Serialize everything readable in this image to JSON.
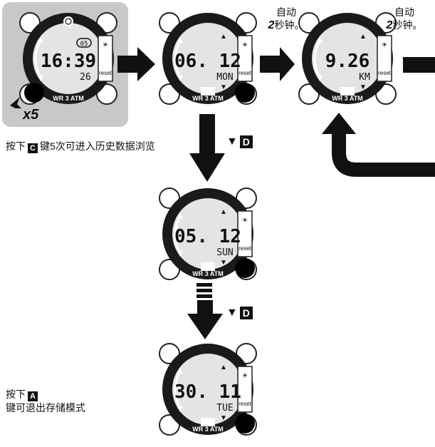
{
  "notes": {
    "enter_history_before": "按下",
    "enter_history_key": "C",
    "enter_history_after": "键5次可进入历史数据浏览",
    "exit_before": "按下",
    "exit_key": "A",
    "exit_after": "键可退出存储模式"
  },
  "press_count": "x5",
  "auto_label": {
    "line1": "自动",
    "seconds": "2",
    "unit": "秒钟。"
  },
  "down_label": {
    "arrow": "▼",
    "key": "D"
  },
  "watches": [
    {
      "main": "16:39",
      "sub": "26",
      "badge": "05",
      "bezel": "WR 3 ATM",
      "side": "reset"
    },
    {
      "main": "06. 12",
      "sub": "MON",
      "bezel": "WR 3 ATM",
      "side": "reset"
    },
    {
      "main": "9.26",
      "sub": "KM",
      "bezel": "WR 3 ATM",
      "side": "reset"
    },
    {
      "main": "05. 12",
      "sub": "SUN",
      "bezel": "WR 3 ATM",
      "side": "reset"
    },
    {
      "main": "30. 11",
      "sub": "TUE",
      "bezel": "WR 3 ATM",
      "side": "reset"
    }
  ],
  "colors": {
    "panel": "#c8c8c8",
    "watch_body": "#1a1a1a",
    "lcd": "#e4e4e4",
    "arrow": "#111111"
  }
}
